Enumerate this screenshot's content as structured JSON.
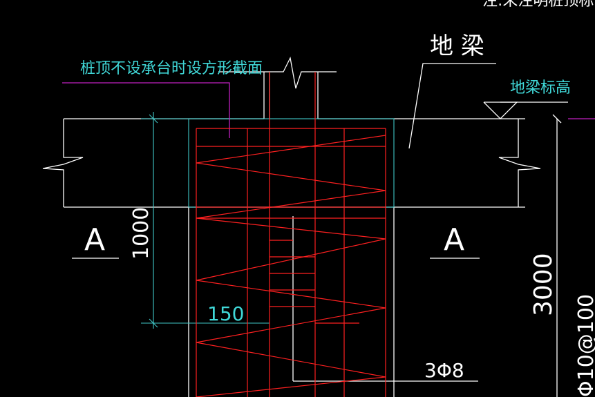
{
  "drawing": {
    "top_note": "注:未注明桩顶标高",
    "label_pile_top": "桩顶不设承台时设方形截面",
    "label_ground_beam": "地 梁",
    "label_beam_elevation": "地梁标高",
    "section_left": "A",
    "section_right": "A",
    "dim_1000": "1000",
    "dim_150": "150",
    "dim_3000": "3000",
    "rebar_main": "3Φ8",
    "rebar_stirrup": "Φ10@100"
  },
  "colors": {
    "background": "#000000",
    "white": "#ffffff",
    "red": "#ff2020",
    "cyan": "#40c8c8",
    "magenta": "#c020c0",
    "text_cyan": "#40d8d8"
  }
}
